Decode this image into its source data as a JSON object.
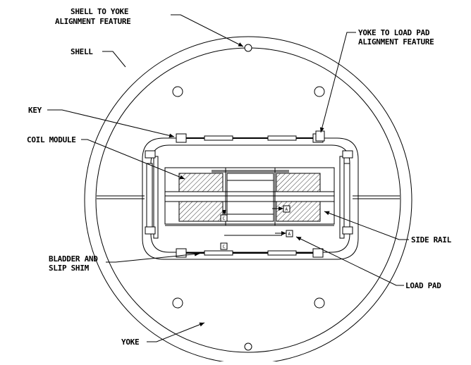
{
  "labels": {
    "shell_to_yoke": [
      "SHELL TO YOKE",
      "ALIGNMENT FEATURE"
    ],
    "yoke_to_load_pad": [
      "YOKE TO LOAD PAD",
      "ALIGNMENT FEATURE"
    ],
    "shell": "SHELL",
    "key": "KEY",
    "coil_module": "COIL MODULE",
    "side_rail": "SIDE RAIL",
    "bladder_and_slip_shim": [
      "BLADDER AND",
      "SLIP SHIM"
    ],
    "load_pad": "LOAD PAD",
    "yoke": "YOKE"
  },
  "markers": [
    "C",
    "A",
    "C",
    "A"
  ],
  "colors": {
    "line": "#000000",
    "background": "#ffffff"
  }
}
